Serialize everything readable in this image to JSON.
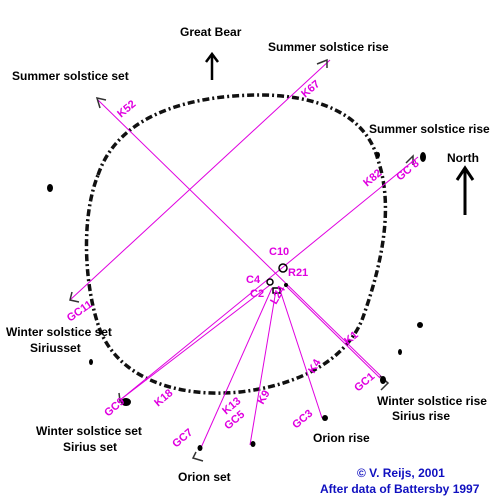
{
  "labels": {
    "great_bear": "Great Bear",
    "summer_solstice_rise_top": "Summer solstice rise",
    "summer_solstice_set": "Summer solstice set",
    "summer_solstice_rise_right": "Summer solstice rise",
    "north": "North",
    "winter_solstice_set": "Winter solstice  set",
    "sirius_set_left": "Siriusset",
    "winter_solstice_set_2": "Winter solstice  set",
    "sirius_set_bottom": "Sirius set",
    "winter_solstice_rise": "Winter solstice rise",
    "sirius_rise": "Sirius  rise",
    "orion_rise": "Orion rise",
    "orion_set": "Orion  set"
  },
  "markers": {
    "k52": "K52",
    "k67": "K67",
    "k82": "K82",
    "gc8": "GC 8",
    "c10": "C10",
    "c4": "C4",
    "r21": "R21",
    "c2": "C2",
    "l24": "L24",
    "gc11": "GC11",
    "k1": "K1",
    "gc1": "GC1",
    "k4": "K4",
    "gc3": "GC3",
    "k9": "K9",
    "gc5": "GC5",
    "k13": "K13",
    "gc7": "GC7",
    "k18": "K18",
    "gc9": "GC9"
  },
  "credits": {
    "line1": "© V. Reijs, 2001",
    "line2": "After data of Battersby 1997"
  },
  "colors": {
    "line": "#e000e0",
    "text": "#000000",
    "credit": "#1010c0"
  }
}
